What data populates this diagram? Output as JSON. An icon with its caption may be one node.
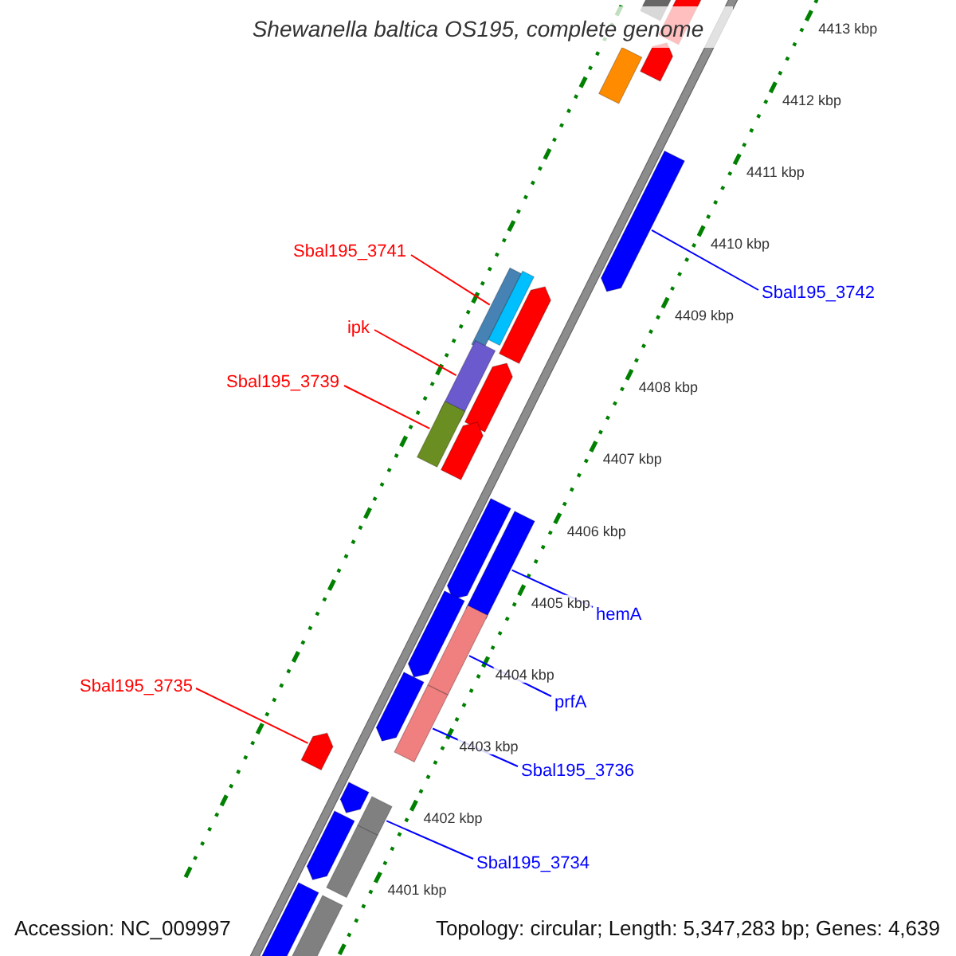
{
  "diagram": {
    "title": "Shewanella baltica OS195, complete genome",
    "nodes": [
      {
        "text": [
          "Sbal195_3741"
        ]
      },
      {
        "text": [
          "Sbal195_3742"
        ]
      },
      {
        "text": [
          "ipk"
        ]
      },
      {
        "text": [
          "Sbal195_3739"
        ]
      },
      {
        "text": [
          "hemA"
        ]
      },
      {
        "text": [
          "Sbal195_3735"
        ]
      },
      {
        "text": [
          "prfA"
        ]
      },
      {
        "text": [
          "Sbal195_3736"
        ]
      },
      {
        "text": [
          "Sbal195_3734"
        ]
      },
      {
        "text": [],
        "shape": "bar"
      },
      {
        "text": [],
        "shape": "arrow"
      },
      {
        "text": [],
        "shape": "arrow"
      },
      {
        "text": [],
        "shape": "bar"
      },
      {
        "text": [],
        "shape": "arrow"
      },
      {
        "text": [],
        "shape": "bar"
      },
      {
        "text": [],
        "shape": "bar"
      },
      {
        "text": [],
        "shape": "arrow"
      },
      {
        "text": [],
        "shape": "bar"
      },
      {
        "text": [],
        "shape": "arrow"
      },
      {
        "text": [],
        "shape": "bar"
      },
      {
        "text": [],
        "shape": "arrow"
      },
      {
        "text": [],
        "shape": "arrow"
      },
      {
        "text": [],
        "shape": "bar"
      },
      {
        "text": [],
        "shape": "arrow"
      },
      {
        "text": [],
        "shape": "bar"
      },
      {
        "text": [],
        "shape": "arrow"
      },
      {
        "text": [],
        "shape": "bar"
      },
      {
        "text": [],
        "shape": "arrow"
      },
      {
        "text": [],
        "shape": "arrow"
      },
      {
        "text": [],
        "shape": "bar"
      },
      {
        "text": [],
        "shape": "arrow"
      },
      {
        "text": [],
        "shape": "bar"
      },
      {
        "text": [],
        "shape": "bar"
      },
      {
        "text": [],
        "shape": "bar"
      }
    ],
    "edges": [
      {
        "from": 0,
        "to": 14,
        "arrow": "none",
        "color": "#ff0000"
      },
      {
        "from": 1,
        "to": 13,
        "arrow": "none"
      },
      {
        "from": 2,
        "to": 17,
        "arrow": "none",
        "color": "#ff0000"
      },
      {
        "from": 3,
        "to": 19,
        "arrow": "none",
        "color": "#ff0000"
      },
      {
        "from": 4,
        "to": 22,
        "arrow": "none"
      },
      {
        "from": 5,
        "to": 27,
        "arrow": "none",
        "color": "#ff0000"
      },
      {
        "from": 6,
        "to": 24,
        "arrow": "none"
      },
      {
        "from": 7,
        "to": 26,
        "arrow": "none"
      },
      {
        "from": 8,
        "to": 29,
        "arrow": "none"
      }
    ],
    "labels": [
      "4413 kbp",
      "4412 kbp",
      "4411 kbp",
      "4410 kbp",
      "4409 kbp",
      "4408 kbp",
      "4407 kbp",
      "4406 kbp",
      "4405 kbp",
      "4404 kbp",
      "4403 kbp",
      "4402 kbp",
      "4401 kbp",
      "Accession: NC_009997",
      "Topology: circular; Length: 5,347,283 bp; Genes: 4,639"
    ]
  }
}
